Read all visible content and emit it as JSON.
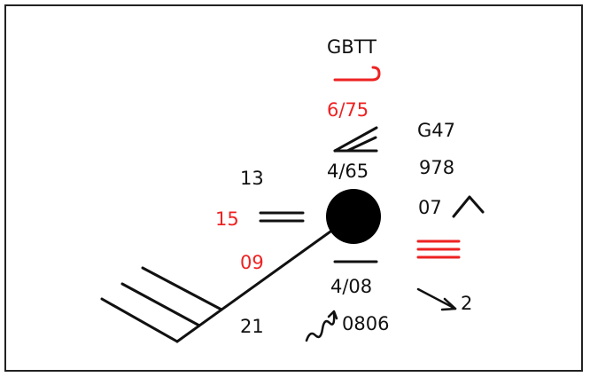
{
  "station": {
    "header": "GBTT",
    "pressure_tendency_code": "G47",
    "pressure": "978",
    "tendency_value": "07",
    "upper_red_value": "6/75",
    "cloud_upper": "4/65",
    "cloud_lower": "4/08",
    "temperature": "13",
    "visibility": "15",
    "dew_point": "09",
    "wind_value": "21",
    "past_weather_code": "0806",
    "motion_speed": "2"
  },
  "colors": {
    "red": "#ee2222",
    "black": "#111111",
    "frame": "#222222"
  },
  "icons": {
    "hook": "red-hook-icon",
    "cloud": "cirrus-wedge-icon",
    "tendency": "rising-falling-caret-icon",
    "present_weather": "fog-triple-bar-icon",
    "visibility": "double-bar-icon",
    "past_weather": "squiggle-arrow-icon",
    "motion": "arrow-down-right-icon"
  }
}
